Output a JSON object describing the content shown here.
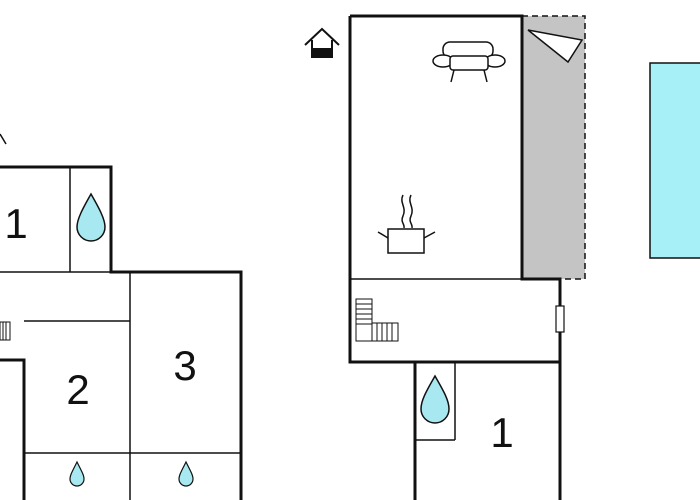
{
  "floorplan": {
    "rooms": [
      {
        "label": "1"
      },
      {
        "label": "2"
      },
      {
        "label": "3"
      },
      {
        "label": "1"
      }
    ],
    "icons": [
      "entrance-house-icon",
      "sofa-icon",
      "cooking-pot-icon",
      "staircase-icon",
      "shower-drop-icon",
      "sink-drop-icon",
      "terrace-area",
      "pool-area",
      "window-marker"
    ]
  },
  "colors": {
    "wall": "#111111",
    "water": "#a8e8f0",
    "pool": "#a8f0f8",
    "terrace": "#c4c4c4",
    "background": "#ffffff"
  }
}
